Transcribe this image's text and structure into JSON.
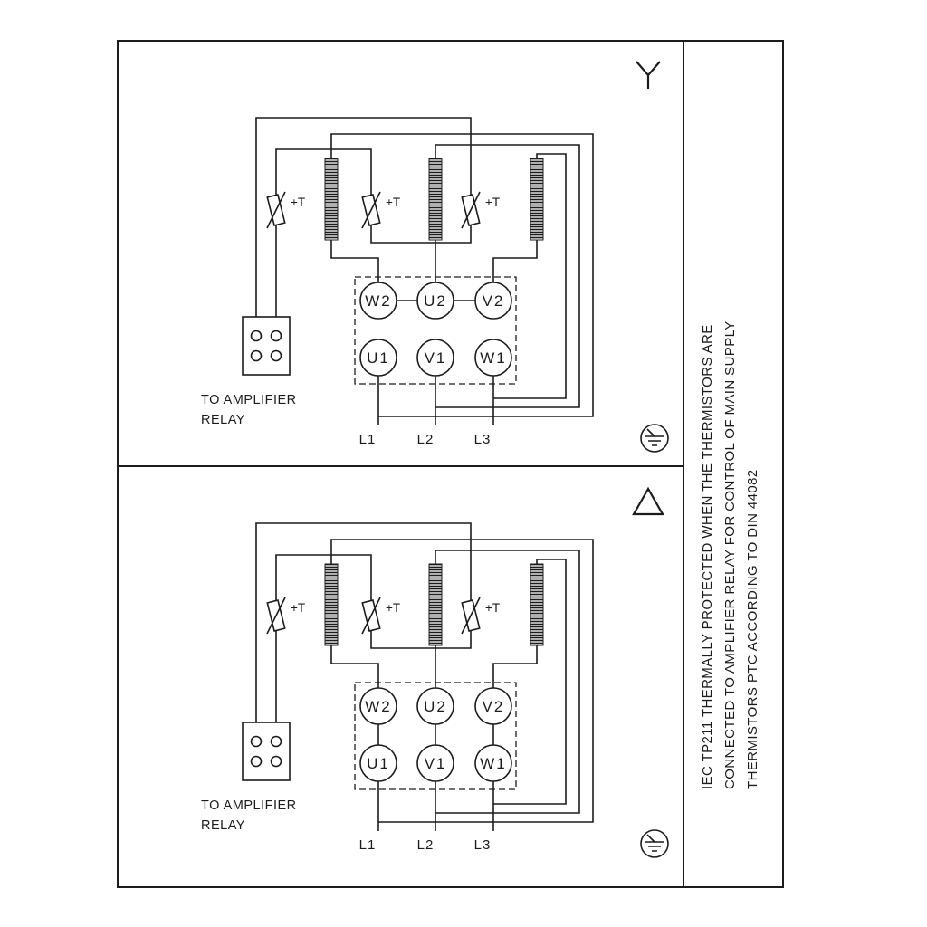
{
  "colors": {
    "ink": "#1c1c1c",
    "background": "#ffffff"
  },
  "side_note": {
    "line1": "IEC TP211 THERMALLY PROTECTED WHEN THE THERMISTORS ARE",
    "line2": "CONNECTED TO AMPLIFIER RELAY FOR CONTROL OF MAIN SUPPLY",
    "line3": "THERMISTORS PTC ACCORDING TO DIN 44082"
  },
  "panels": [
    {
      "connection": "star",
      "thermistors": [
        "+T",
        "+T",
        "+T"
      ],
      "relay_note_line1": "TO AMPLIFIER",
      "relay_note_line2": "RELAY",
      "terminals_top": [
        "W2",
        "U2",
        "V2"
      ],
      "terminals_bottom": [
        "U1",
        "V1",
        "W1"
      ],
      "supply": [
        "L1",
        "L2",
        "L3"
      ]
    },
    {
      "connection": "delta",
      "thermistors": [
        "+T",
        "+T",
        "+T"
      ],
      "relay_note_line1": "TO AMPLIFIER",
      "relay_note_line2": "RELAY",
      "terminals_top": [
        "W2",
        "U2",
        "V2"
      ],
      "terminals_bottom": [
        "U1",
        "V1",
        "W1"
      ],
      "supply": [
        "L1",
        "L2",
        "L3"
      ]
    }
  ]
}
